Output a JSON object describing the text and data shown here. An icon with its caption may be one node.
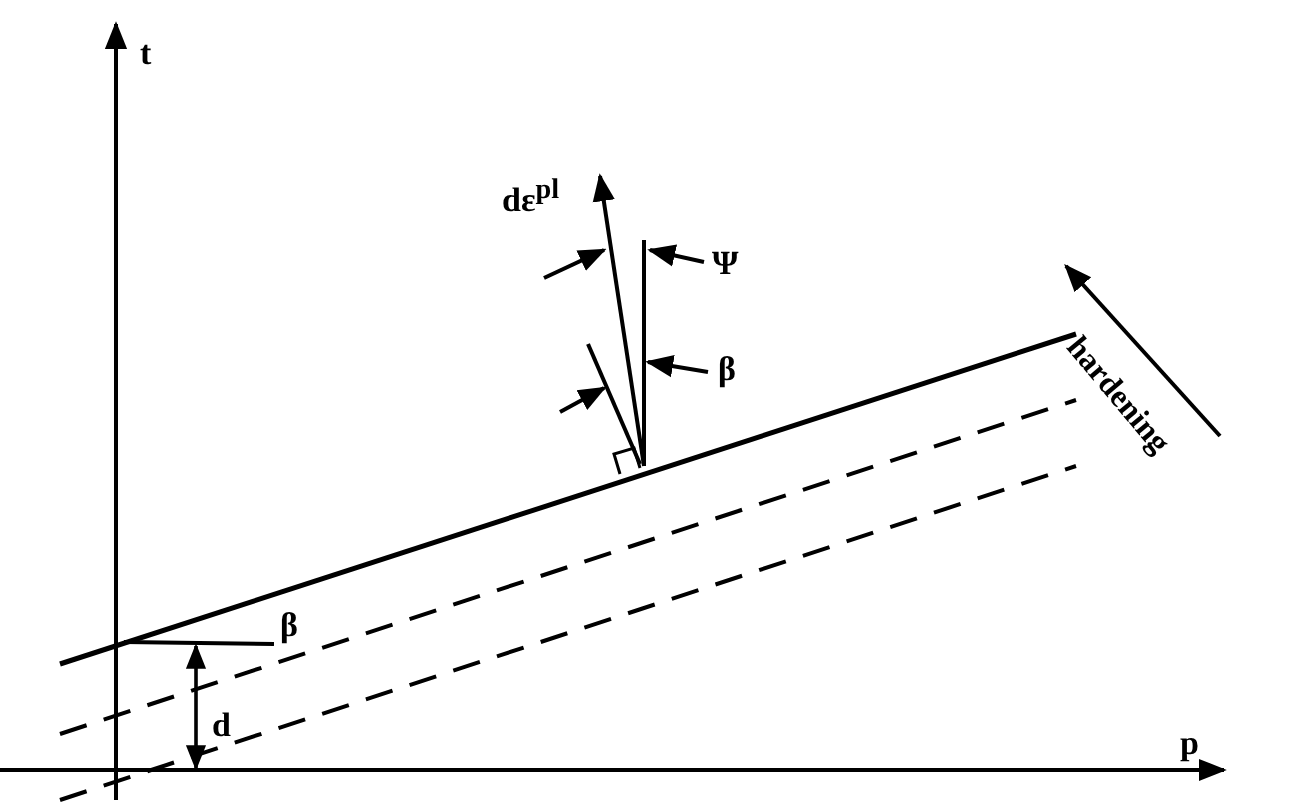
{
  "diagram": {
    "labels": [
      "t",
      "dε$^{pl}$",
      "Ψ",
      "β",
      "hardening",
      "β",
      "d",
      "p"
    ]
  }
}
